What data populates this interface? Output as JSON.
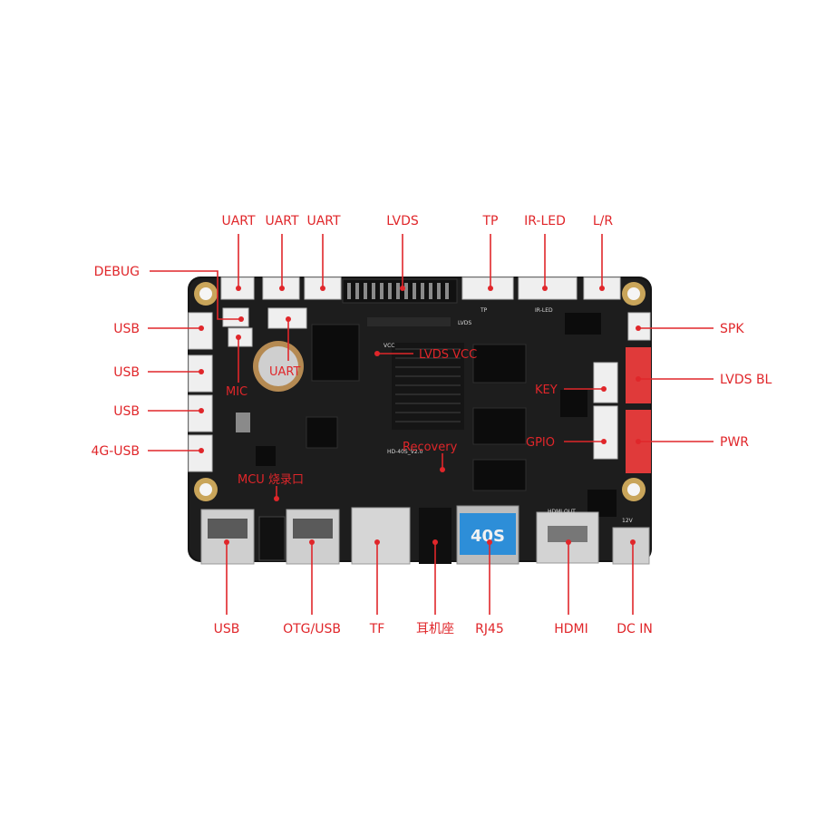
{
  "diagram": {
    "board_badge": "40S",
    "silkscreen": {
      "lvds_header": "LVDS",
      "tp": "TP",
      "ir_led": "IR-LED",
      "hdmi_out": "HDMI OUT",
      "power": "12V",
      "model": "HD-40S_V2.0",
      "vcc": "VCC"
    },
    "callouts": {
      "uart_1": "UART",
      "uart_2": "UART",
      "uart_3": "UART",
      "lvds": "LVDS",
      "tp": "TP",
      "ir_led": "IR-LED",
      "lr": "L/R",
      "debug": "DEBUG",
      "usb_left_1": "USB",
      "usb_left_2": "USB",
      "usb_left_3": "USB",
      "usb_4g": "4G-USB",
      "mic": "MIC",
      "uart_inner": "UART",
      "lvds_vcc": "LVDS VCC",
      "key": "KEY",
      "gpio": "GPIO",
      "recovery": "Recovery",
      "mcu_burn": "MCU 烧录口",
      "spk": "SPK",
      "lvds_bl": "LVDS BL",
      "pwr": "PWR",
      "usb_bottom": "USB",
      "otg_usb": "OTG/USB",
      "tf": "TF",
      "earphone": "耳机座",
      "rj45": "RJ45",
      "hdmi": "HDMI",
      "dc_in": "DC IN"
    }
  }
}
